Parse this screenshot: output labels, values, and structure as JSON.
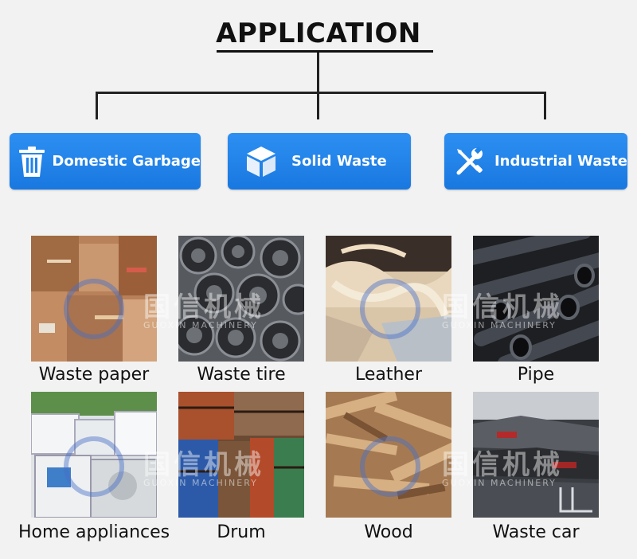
{
  "title": "APPLICATION",
  "categories": [
    {
      "label": "Domestic Garbage",
      "icon": "trash-can-icon"
    },
    {
      "label": "Solid Waste",
      "icon": "cube-icon"
    },
    {
      "label": "Industrial Waste",
      "icon": "wrench-screwdriver-icon"
    }
  ],
  "items": [
    {
      "label": "Waste paper"
    },
    {
      "label": "Waste tire"
    },
    {
      "label": "Leather"
    },
    {
      "label": "Pipe"
    },
    {
      "label": "Home appliances"
    },
    {
      "label": "Drum"
    },
    {
      "label": "Wood"
    },
    {
      "label": "Waste car"
    }
  ],
  "watermark": {
    "cn": "国信机械",
    "en": "GUOXIN MACHINERY"
  },
  "colors": {
    "accent": "#1f84ea",
    "background": "#f2f2f2"
  }
}
